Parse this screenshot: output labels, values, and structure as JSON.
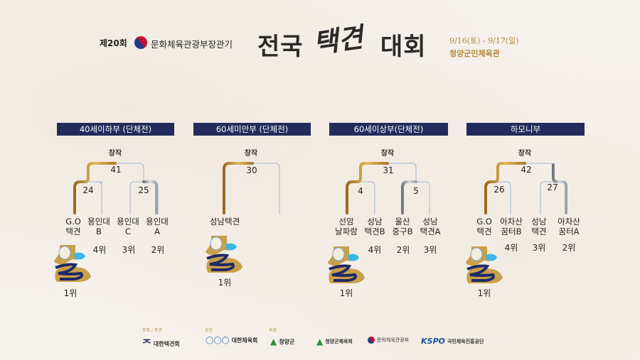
{
  "header": {
    "edition": "제20회",
    "sponsor_title": "문화체육관광부장관기",
    "title_left": "전국",
    "title_calligraphy": "택견",
    "title_right": "대회",
    "dates": "9/16(토) - 9/17(일)",
    "venue": "청양군민체육관"
  },
  "champion_label": "창작",
  "colors": {
    "header_bg": "#232a5c",
    "gold": "#b08a3a",
    "silver": "#a9b0b8",
    "line": "#9fb6d6"
  },
  "divisions": [
    {
      "title": "40세이하부 (단체전)",
      "final_score": "41",
      "semi_scores": [
        "24",
        "25"
      ],
      "teams": [
        {
          "name": [
            "G.O",
            "택견"
          ]
        },
        {
          "name": [
            "용인대",
            "B"
          ]
        },
        {
          "name": [
            "용인대",
            "C"
          ]
        },
        {
          "name": [
            "용인대",
            "A"
          ]
        }
      ],
      "ranks": [
        "1위",
        "4위",
        "3위",
        "2위"
      ]
    },
    {
      "title": "60세미만부 (단체전)",
      "final_score": "30",
      "teams": [
        {
          "name": [
            "성남택견"
          ]
        }
      ],
      "ranks": [
        "1위"
      ]
    },
    {
      "title": "60세이상부(단체전)",
      "final_score": "31",
      "semi_scores": [
        "4",
        "5"
      ],
      "teams": [
        {
          "name": [
            "선암",
            "날파람"
          ]
        },
        {
          "name": [
            "성남",
            "택견B"
          ]
        },
        {
          "name": [
            "울산",
            "중구B"
          ]
        },
        {
          "name": [
            "성남",
            "택견A"
          ]
        }
      ],
      "ranks": [
        "1위",
        "4위",
        "2위",
        "3위"
      ]
    },
    {
      "title": "하모니부",
      "final_score": "42",
      "semi_scores": [
        "26",
        "27"
      ],
      "teams": [
        {
          "name": [
            "G.O",
            "택견"
          ]
        },
        {
          "name": [
            "아차산",
            "꿈터B"
          ]
        },
        {
          "name": [
            "성남",
            "택견"
          ]
        },
        {
          "name": [
            "아차산",
            "꿈터A"
          ]
        }
      ],
      "ranks": [
        "1위",
        "4위",
        "3위",
        "2위"
      ]
    }
  ],
  "footer": {
    "host_caption": "주최 / 주관",
    "approve_caption": "승인",
    "support_caption": "후원",
    "logos": [
      "대한택견회",
      "대한체육회",
      "청양군",
      "청양군체육회",
      "문화체육관광부",
      "KSPO",
      "국민체육진흥공단"
    ]
  }
}
